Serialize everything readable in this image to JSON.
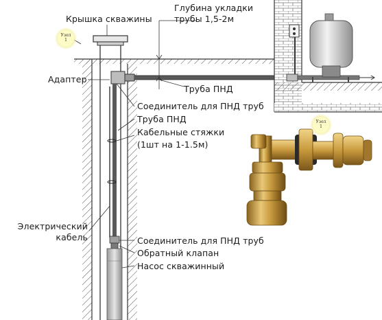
{
  "labels": {
    "well_cap": "Крышка скважины",
    "depth_line1": "Глубина укладки",
    "depth_line2": "трубы 1,5-2м",
    "adapter": "Адаптер",
    "pipe_top": "Труба ПНД",
    "connector_top": "Соединитель для ПНД труб",
    "pipe_mid": "Труба ПНД",
    "ties_line1": "Кабельные стяжки",
    "ties_line2": "(1шт на 1-1.5м)",
    "cable_line1": "Электрический",
    "cable_line2": "кабель",
    "connector_bottom": "Соединитель для ПНД труб",
    "check_valve": "Обратный клапан",
    "pump": "Насос скважинный"
  },
  "notes": {
    "left_line1": "Узел",
    "left_line2": "1",
    "right_line1": "Узел",
    "right_line2": "1"
  },
  "colors": {
    "line": "#333333",
    "hatch": "#555555",
    "brass": "#c9a04a",
    "tank": "#dcdcdc",
    "note": "#fdfbc6"
  }
}
